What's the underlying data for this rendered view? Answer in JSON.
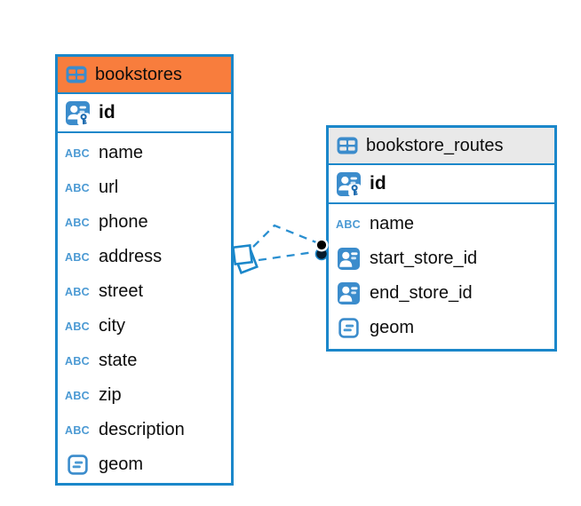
{
  "colors": {
    "canvas_bg": "#ffffff",
    "border_blue": "#1b87ca",
    "icon_blue": "#3b8ccc",
    "abc_blue": "#4a99d3",
    "key_blue": "#1868ad",
    "header_orange": "#f87d3d",
    "header_gray": "#e9e9e9",
    "connector_blue": "#2a8fd0",
    "text_color": "#0d0d0d"
  },
  "tables": [
    {
      "title": "bookstores",
      "header_style": "orange",
      "header_icon": "table-icon",
      "primary_key": {
        "label": "id",
        "icon": "person-key-icon"
      },
      "columns": [
        {
          "label": "name",
          "icon": "text-type-icon"
        },
        {
          "label": "url",
          "icon": "text-type-icon"
        },
        {
          "label": "phone",
          "icon": "text-type-icon"
        },
        {
          "label": "address",
          "icon": "text-type-icon"
        },
        {
          "label": "street",
          "icon": "text-type-icon"
        },
        {
          "label": "city",
          "icon": "text-type-icon"
        },
        {
          "label": "state",
          "icon": "text-type-icon"
        },
        {
          "label": "zip",
          "icon": "text-type-icon"
        },
        {
          "label": "description",
          "icon": "text-type-icon"
        },
        {
          "label": "geom",
          "icon": "geometry-type-icon"
        }
      ]
    },
    {
      "title": "bookstore_routes",
      "header_style": "gray",
      "header_icon": "table-icon",
      "primary_key": {
        "label": "id",
        "icon": "person-key-icon"
      },
      "columns": [
        {
          "label": "name",
          "icon": "text-type-icon"
        },
        {
          "label": "start_store_id",
          "icon": "person-ref-icon"
        },
        {
          "label": "end_store_id",
          "icon": "person-ref-icon"
        },
        {
          "label": "geom",
          "icon": "geometry-type-icon"
        }
      ]
    }
  ],
  "relationship": {
    "from_table": "bookstores",
    "to_table": "bookstore_routes",
    "line_style": "dashed",
    "branches": 2,
    "source_marker": "overlapping-squares",
    "target_marker": "overlapping-dots"
  }
}
